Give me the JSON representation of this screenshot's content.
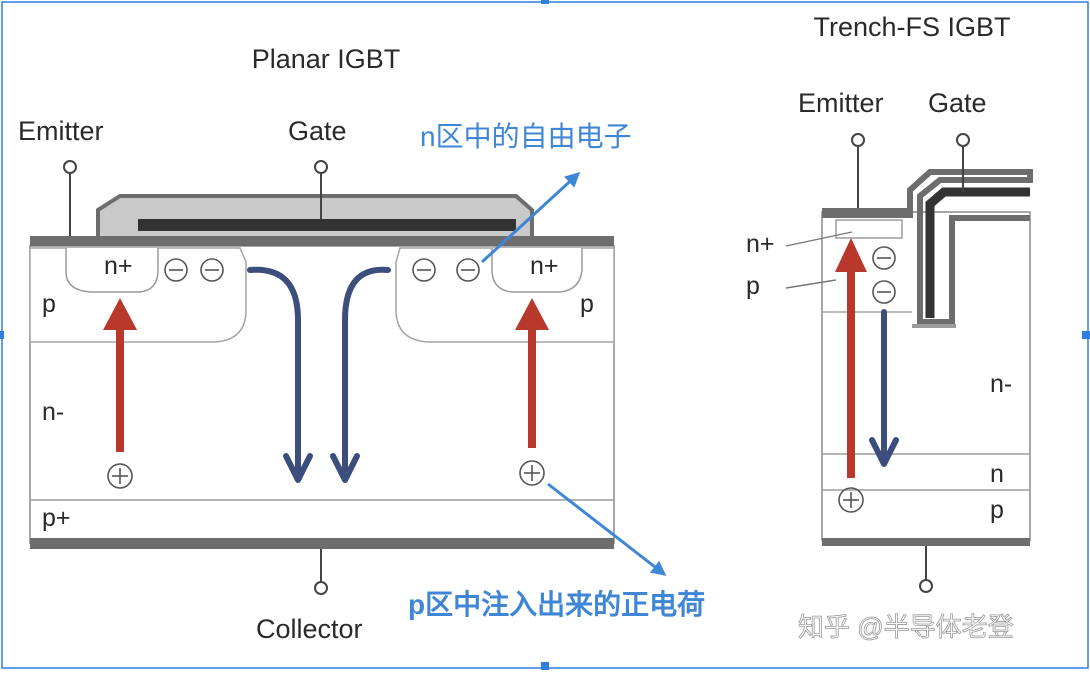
{
  "planar": {
    "title": "Planar IGBT",
    "emitter": "Emitter",
    "gate": "Gate",
    "collector": "Collector",
    "n_plus_left": "n+",
    "n_plus_right": "n+",
    "p_left": "p",
    "p_right": "p",
    "n_minus": "n-",
    "p_plus": "p+"
  },
  "trench": {
    "title": "Trench-FS IGBT",
    "emitter": "Emitter",
    "gate": "Gate",
    "n_plus": "n+",
    "p_top": "p",
    "n_minus": "n-",
    "n": "n",
    "p_bottom": "p"
  },
  "annotations": {
    "electrons": "n区中的自由电子",
    "holes": "p区中注入出来的正电荷"
  },
  "watermark": "知乎 @半导体老登",
  "colors": {
    "hole_arrow": "#b8392c",
    "electron_arrow": "#3b4e7c",
    "annotation": "#3f86d6",
    "selection_frame": "#2f7fe0"
  }
}
